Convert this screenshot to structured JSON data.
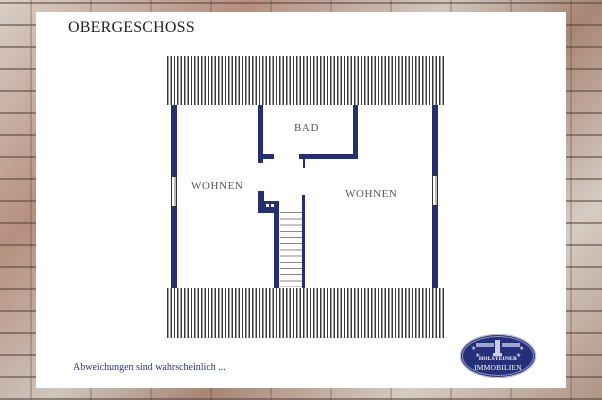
{
  "floorplan": {
    "title": "OBERGESCHOSS",
    "rooms": [
      {
        "id": "bad",
        "label": "BAD"
      },
      {
        "id": "wohnen-left",
        "label": "WOHNEN"
      },
      {
        "id": "wohnen-right",
        "label": "WOHNEN"
      }
    ],
    "disclaimer": "Abweichungen sind wahrscheinlich ...",
    "colors": {
      "wall": "#26306e",
      "text_disclaimer": "#2a3578",
      "logo_bg": "#26307a",
      "panel_bg": "#ffffff"
    }
  },
  "logo": {
    "line1": "HOLSTEINER",
    "line2": "IMMOBILIEN",
    "icon": "lighthouse-icon"
  }
}
